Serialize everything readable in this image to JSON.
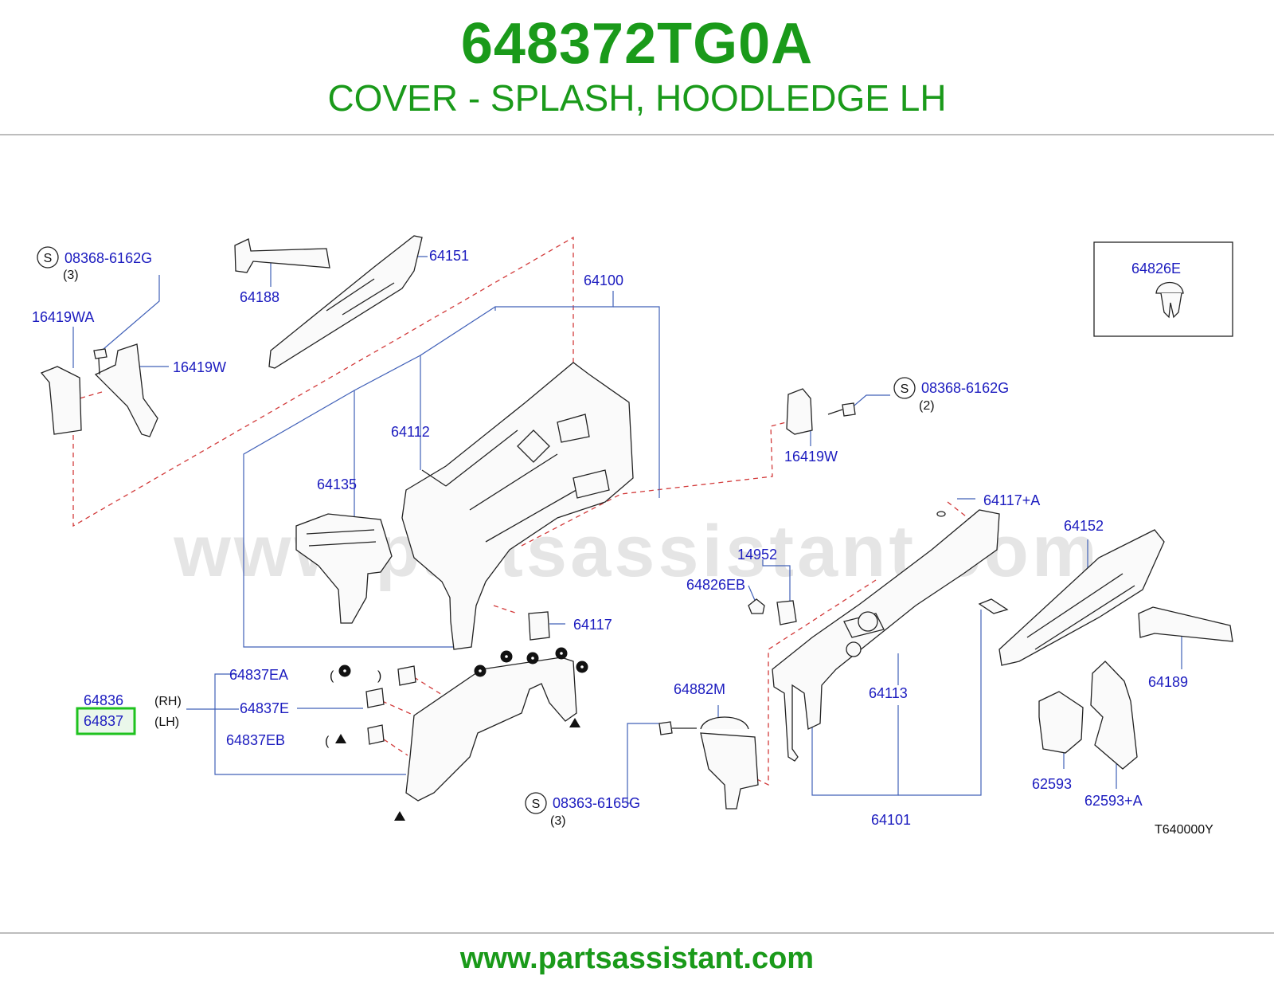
{
  "header": {
    "part_number": "648372TG0A",
    "description": "COVER - SPLASH, HOODLEDGE LH"
  },
  "footer": {
    "url": "www.partsassistant.com"
  },
  "watermark": "www.partsassistant.com",
  "diagram_code": "T640000Y",
  "highlight_color": "#1ec21e",
  "callouts": {
    "c08368a": "08368-6162G",
    "q3a": "(3)",
    "c16419WA": "16419WA",
    "c16419W_l": "16419W",
    "c64188": "64188",
    "c64151": "64151",
    "c64100": "64100",
    "c64112": "64112",
    "c64135": "64135",
    "c64826E": "64826E",
    "c08368b": "08368-6162G",
    "q2": "(2)",
    "c16419W_r": "16419W",
    "c64117A": "64117+A",
    "c64152": "64152",
    "c14952": "14952",
    "c64826EB": "64826EB",
    "c64117": "64117",
    "c64189": "64189",
    "c64837EA": "64837EA",
    "c64836": "64836",
    "rh": "(RH)",
    "c64837": "64837",
    "lh": "(LH)",
    "c64837E": "64837E",
    "c64837EB": "64837EB",
    "c64882M": "64882M",
    "c64113": "64113",
    "c08363": "08363-6165G",
    "q3b": "(3)",
    "c62593": "62593",
    "c62593A": "62593+A",
    "c64101": "64101",
    "s1": "S",
    "s2": "S",
    "s3": "S",
    "paren_open1": "(",
    "paren_close1": ")",
    "paren_open2": "("
  }
}
